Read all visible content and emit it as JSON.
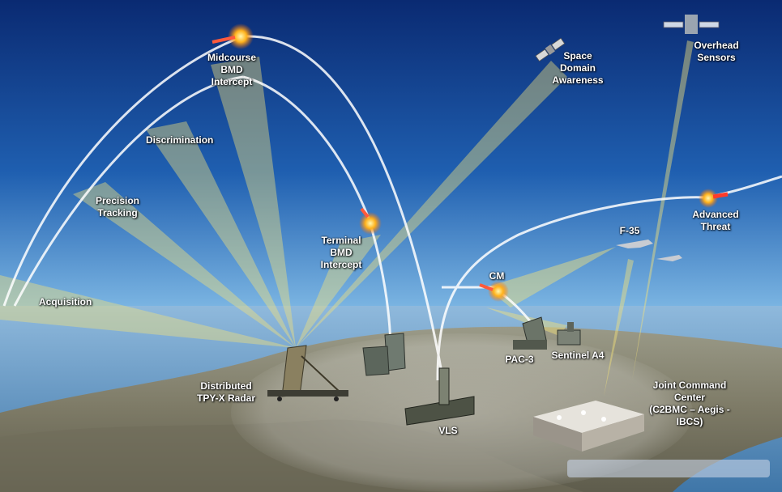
{
  "labels": {
    "midcourse": "Midcourse\nBMD\nIntercept",
    "discrimination": "Discrimination",
    "precision_tracking": "Precision\nTracking",
    "acquisition": "Acquisition",
    "terminal": "Terminal\nBMD\nIntercept",
    "space_domain": "Space\nDomain\nAwareness",
    "overhead_sensors": "Overhead\nSensors",
    "advanced_threat": "Advanced Threat",
    "f35": "F-35",
    "cm": "CM",
    "pac3": "PAC-3",
    "sentinel": "Sentinel A4",
    "radar": "Distributed\nTPY-X Radar",
    "jcc": "Joint Command Center\n(C2BMC – Aegis - IBCS)",
    "vls": "VLS"
  },
  "colors": {
    "sky_top": "#0b2f7a",
    "sky_horizon": "#8fc2e6",
    "beam": "#f4e27a",
    "trail": "#ffffff",
    "land": "#7a7d72",
    "sea": "#4f86b5"
  }
}
